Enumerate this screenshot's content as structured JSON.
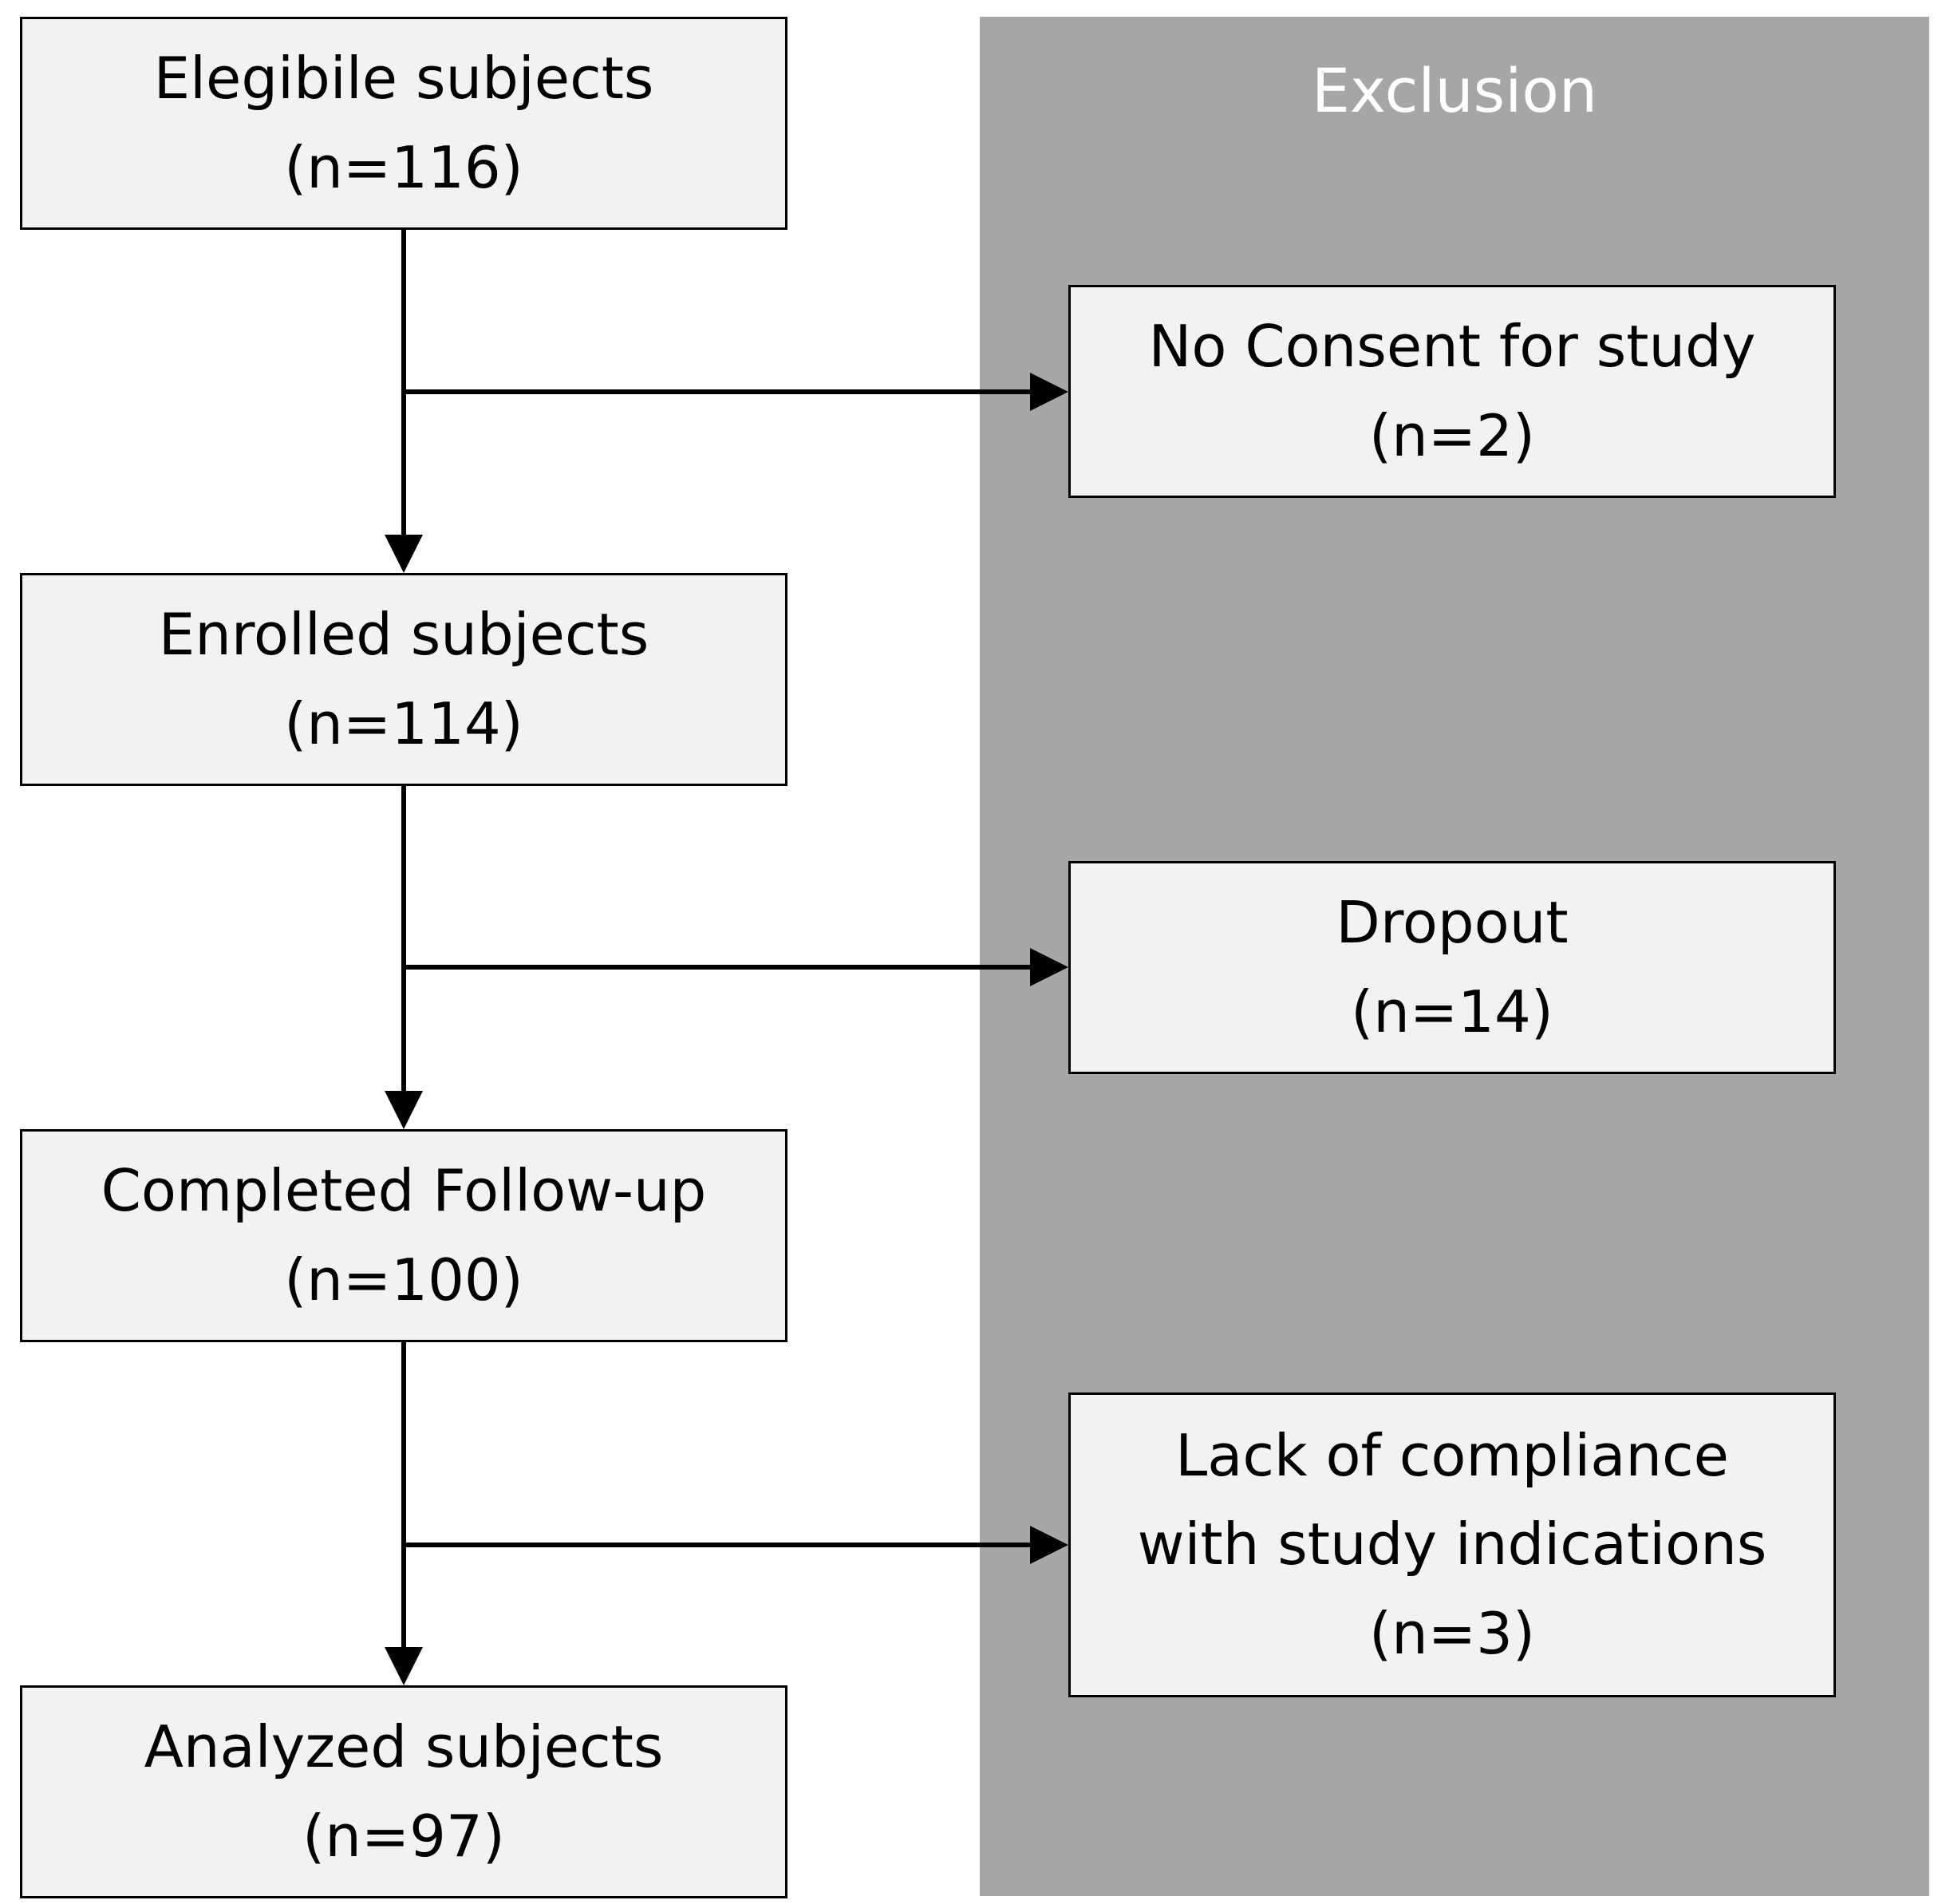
{
  "exclusion_panel": {
    "title": "Exclusion",
    "color": "#a6a6a6"
  },
  "flow": [
    {
      "label": "Elegibile subjects",
      "count": "(n=116)"
    },
    {
      "label": "Enrolled subjects",
      "count": "(n=114)"
    },
    {
      "label": "Completed Follow-up",
      "count": "(n=100)"
    },
    {
      "label": "Analyzed subjects",
      "count": "(n=97)"
    }
  ],
  "exclusions": [
    {
      "lines": [
        "No Consent for study"
      ],
      "count": "(n=2)"
    },
    {
      "lines": [
        "Dropout"
      ],
      "count": "(n=14)"
    },
    {
      "lines": [
        "Lack of compliance",
        "with study indications"
      ],
      "count": "(n=3)"
    }
  ],
  "colors": {
    "box_fill": "#f2f2f2",
    "stroke": "#000000"
  }
}
